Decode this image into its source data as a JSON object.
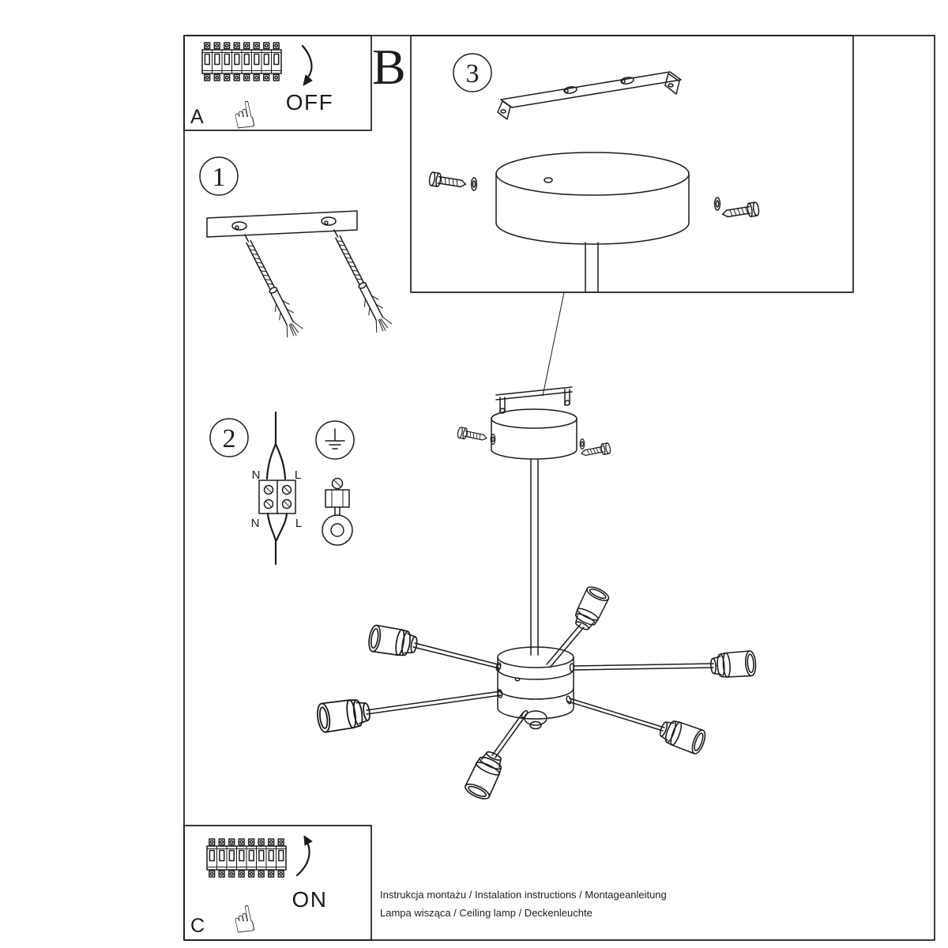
{
  "doc": {
    "background": "#ffffff",
    "ink": "#1c1c1c"
  },
  "sections": {
    "power_off": {
      "label": "A",
      "state_label": "OFF"
    },
    "assembly": {
      "label": "B"
    },
    "power_on": {
      "label": "C",
      "state_label": "ON"
    },
    "step_1": {
      "number": "1"
    },
    "step_2": {
      "number": "2",
      "wire_top": {
        "neutral": "N",
        "live": "L"
      },
      "wire_bottom": {
        "neutral": "N",
        "live": "L"
      }
    },
    "step_3": {
      "number": "3"
    }
  },
  "icons": {
    "pressing_hand": "☝"
  },
  "footer": {
    "line1": "Instrukcja montażu / Instalation instructions / Montageanleitung",
    "line2": "Lampa wisząca / Ceiling lamp / Deckenleuchte"
  }
}
